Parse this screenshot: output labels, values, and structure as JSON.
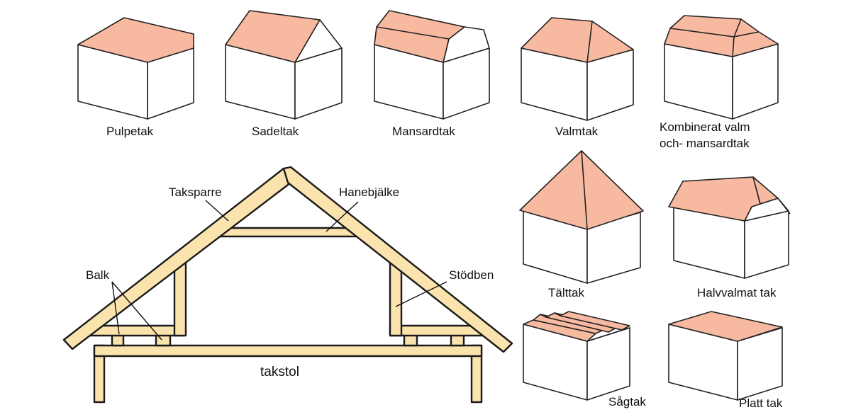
{
  "colors": {
    "roof": "#f8b9a1",
    "wall": "#ffffff",
    "outline": "#222222",
    "timber": "#fbe3ad"
  },
  "roof_types": {
    "pulpetak": "Pulpetak",
    "sadeltak": "Sadeltak",
    "mansardtak": "Mansardtak",
    "valmtak": "Valmtak",
    "kombinerat_line1": "Kombinerat valm",
    "kombinerat_line2": "och- mansardtak",
    "talttak": "Tälttak",
    "halvvalmat": "Halvvalmat tak",
    "sagtak": "Sågtak",
    "platt": "Platt tak"
  },
  "truss": {
    "taksparre": "Taksparre",
    "hanebjalke": "Hanebjälke",
    "balk": "Balk",
    "stodben": "Stödben",
    "takstol": "takstol"
  }
}
